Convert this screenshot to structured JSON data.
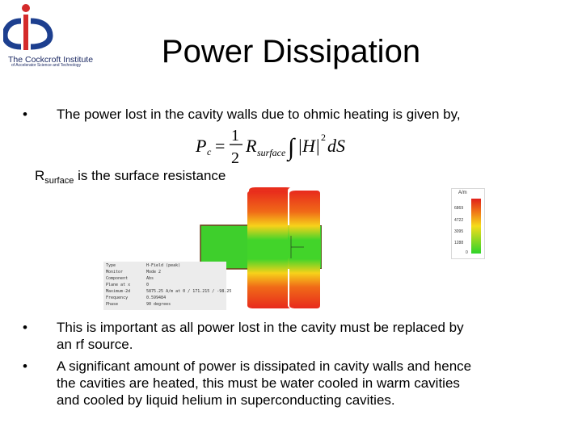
{
  "slide": {
    "title": "Power Dissipation",
    "logo": {
      "name": "The Cockcroft Institute",
      "subtitle": "of Accelerator Science and Technology",
      "colors": {
        "blue": "#1d3f8f",
        "red": "#d42a2a"
      }
    },
    "bullet_symbol": "•",
    "bullet1": "The power lost in the cavity walls due to ohmic heating is given by,",
    "formula": {
      "lhs": "P",
      "lhs_sub": "c",
      "numerator": "1",
      "denominator": "2",
      "r": "R",
      "r_sub": "surface",
      "abs": "|H|",
      "sup": "2",
      "ds": "dS"
    },
    "rsurface": {
      "r": "R",
      "sub": "surface",
      "text": " is the surface resistance"
    },
    "legend": {
      "unit": "A/m",
      "ticks": [
        "6869",
        "4722",
        "3095",
        "1288",
        "0"
      ]
    },
    "info_panel": {
      "rows": [
        {
          "label": "Type",
          "value": "H-Field (peak)"
        },
        {
          "label": "Monitor",
          "value": "Mode 2"
        },
        {
          "label": "Component",
          "value": "Abs"
        },
        {
          "label": "Plane at x",
          "value": "0"
        },
        {
          "label": "Maximum-2d",
          "value": "5875.25 A/m at 0 / 171.215 / -98.25"
        },
        {
          "label": "Frequency",
          "value": "0.599484"
        },
        {
          "label": "Phase",
          "value": "90 degrees"
        }
      ]
    },
    "bullet2_line1": "This is important as all power lost in the cavity must be replaced by",
    "bullet2_line2": "an rf source.",
    "bullet3_line1": "A significant amount of power is dissipated in cavity walls and hence",
    "bullet3_line2": "the cavities are heated, this must be water cooled in warm cavities",
    "bullet3_line3": "and cooled by liquid helium in superconducting cavities."
  }
}
